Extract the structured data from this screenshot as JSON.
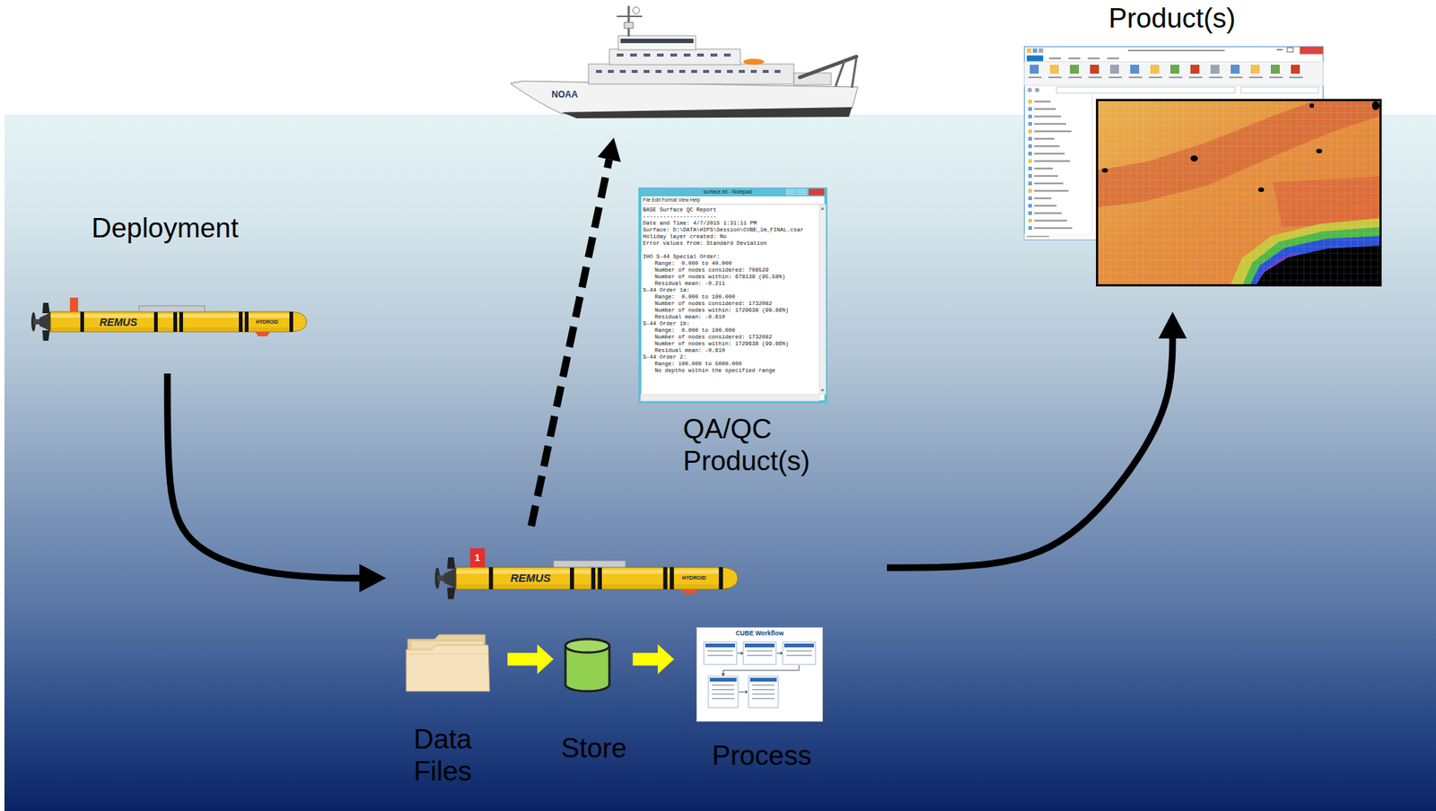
{
  "diagram": {
    "nodes": [
      {
        "text": [
          "Deployment",
          "REMUS",
          "HYDROID"
        ]
      },
      {
        "text": [
          "NOAA"
        ]
      },
      {
        "text": [
          "surface.txt - Notepad",
          "File Edit Format View Help",
          "BASE Surface QC Report",
          "----------------------",
          "Date and Time: 4/7/2015 1:31:11 PM",
          "Surface: D:\\DATA\\HIPS\\Session\\CUBE_1m_FINAL.csar",
          "Holiday layer created: No",
          "Error values from: Standard Deviation",
          "IHO S-44 Special Order:",
          "Range:  0.000 to 40.000",
          "Number of nodes considered: 709529",
          "Number of nodes within: 678139 (95.58%)",
          "Residual mean: -0.211",
          "S-44 Order 1a:",
          "Range:  0.000 to 100.000",
          "Number of nodes considered: 1732082",
          "Number of nodes within: 1729638 (99.86%)",
          "Residual mean: -0.610",
          "S-44 Order 1b:",
          "Range:  0.000 to 100.000",
          "Number of nodes considered: 1732082",
          "Number of nodes within: 1729638 (99.86%)",
          "Residual mean: -0.610",
          "S-44 Order 2:",
          "Range: 100.000 to 5000.000",
          "No depths within the specified range",
          "QA/QC Product(s)"
        ]
      },
      {
        "text": [
          "Product(s)"
        ]
      },
      {
        "text": [
          "1",
          "REMUS",
          "HYDROID"
        ]
      },
      {
        "text": [
          "Data Files"
        ]
      },
      {
        "text": [
          "Store"
        ]
      },
      {
        "text": [
          "CUBE Workflow",
          "Process"
        ]
      }
    ],
    "edges": [
      {
        "from": 0,
        "to": 4,
        "arrow": "to"
      },
      {
        "from": 4,
        "to": 1,
        "arrow": "to"
      },
      {
        "from": 4,
        "to": 3,
        "arrow": "to"
      },
      {
        "from": 5,
        "to": 6,
        "arrow": "to"
      },
      {
        "from": 6,
        "to": 7,
        "arrow": "to"
      }
    ]
  }
}
